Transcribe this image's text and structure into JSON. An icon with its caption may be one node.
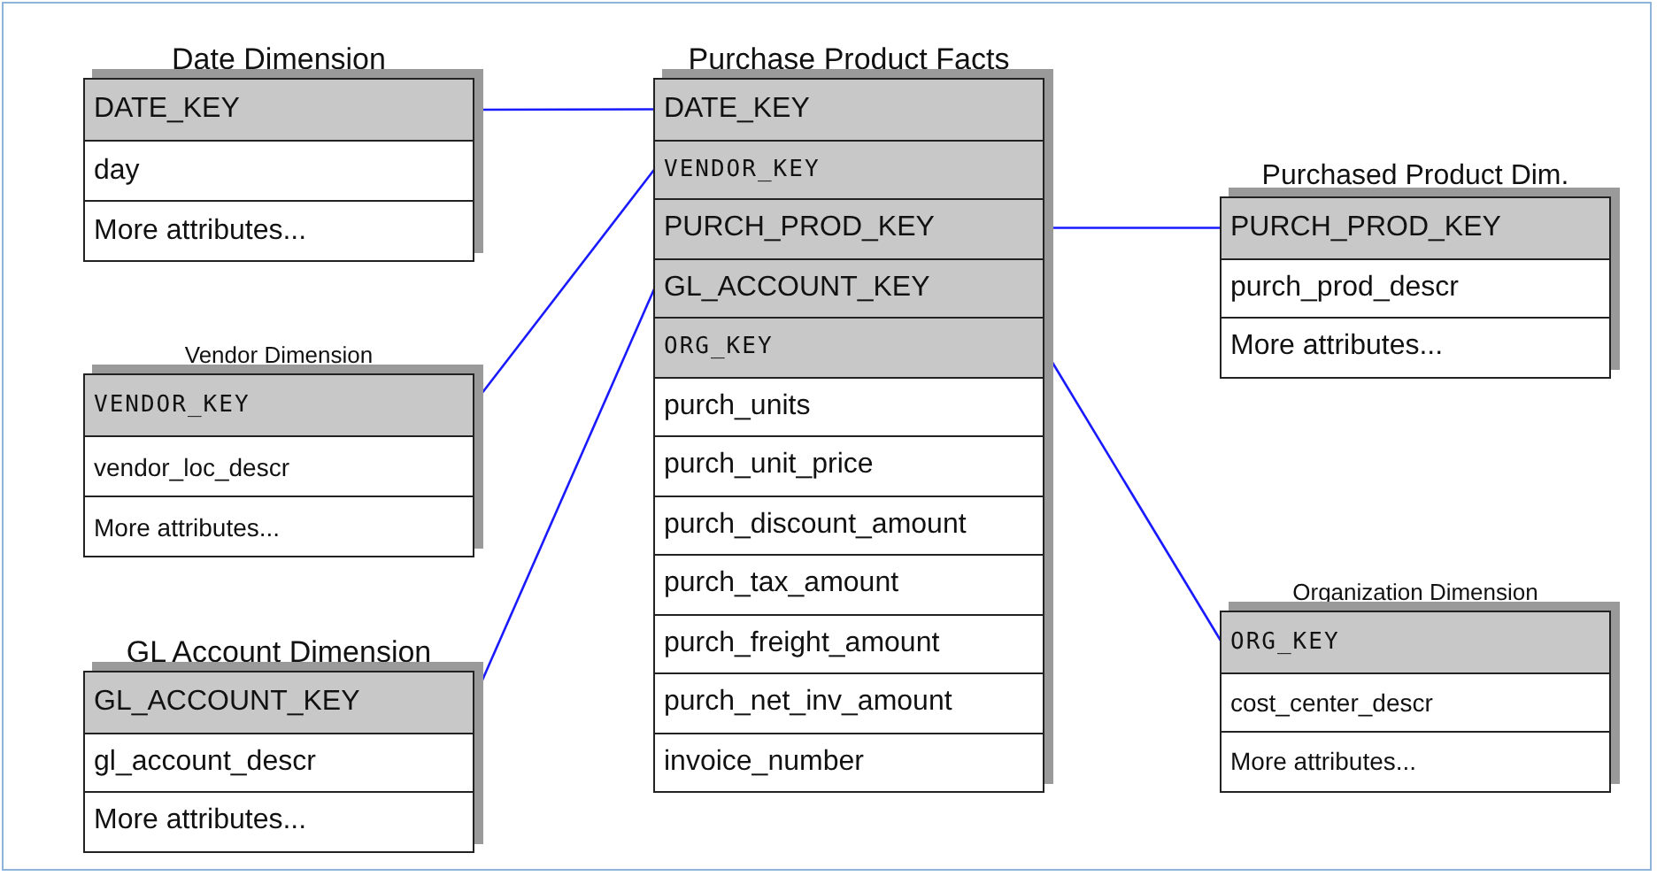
{
  "diagram": {
    "nodes": [
      {
        "text": [
          "Date Dimension"
        ]
      },
      {
        "text": [
          "DATE_KEY"
        ],
        "in": 0
      },
      {
        "text": [
          "day"
        ],
        "in": 0
      },
      {
        "text": [
          "More attributes..."
        ],
        "in": 0
      },
      {
        "text": [
          "Purchase Product Facts"
        ]
      },
      {
        "text": [
          "DATE_KEY"
        ],
        "in": 4
      },
      {
        "text": [
          "VENDOR_KEY"
        ],
        "in": 4
      },
      {
        "text": [
          "PURCH_PROD_KEY"
        ],
        "in": 4
      },
      {
        "text": [
          "GL_ACCOUNT_KEY"
        ],
        "in": 4
      },
      {
        "text": [
          "ORG_KEY"
        ],
        "in": 4
      },
      {
        "text": [
          "purch_units"
        ],
        "in": 4
      },
      {
        "text": [
          "purch_unit_price"
        ],
        "in": 4
      },
      {
        "text": [
          "purch_discount_amount"
        ],
        "in": 4
      },
      {
        "text": [
          "purch_tax_amount"
        ],
        "in": 4
      },
      {
        "text": [
          "purch_freight_amount"
        ],
        "in": 4
      },
      {
        "text": [
          "purch_net_inv_amount"
        ],
        "in": 4
      },
      {
        "text": [
          "invoice_number"
        ],
        "in": 4
      },
      {
        "text": [
          "Purchased Product Dim."
        ]
      },
      {
        "text": [
          "PURCH_PROD_KEY"
        ],
        "in": 17
      },
      {
        "text": [
          "purch_prod_descr"
        ],
        "in": 17
      },
      {
        "text": [
          "More attributes..."
        ],
        "in": 17
      },
      {
        "text": [
          "Vendor Dimension"
        ]
      },
      {
        "text": [
          "VENDOR_KEY"
        ],
        "in": 21
      },
      {
        "text": [
          "vendor_loc_descr"
        ],
        "in": 21
      },
      {
        "text": [
          "More attributes..."
        ],
        "in": 21
      },
      {
        "text": [
          "Organization Dimension"
        ]
      },
      {
        "text": [
          "ORG_KEY"
        ],
        "in": 25
      },
      {
        "text": [
          "cost_center_descr"
        ],
        "in": 25
      },
      {
        "text": [
          "More attributes..."
        ],
        "in": 25
      },
      {
        "text": [
          "GL Account Dimension"
        ]
      },
      {
        "text": [
          "GL_ACCOUNT_KEY"
        ],
        "in": 29
      },
      {
        "text": [
          "gl_account_descr"
        ],
        "in": 29
      },
      {
        "text": [
          "More attributes..."
        ],
        "in": 29
      }
    ],
    "edges": [
      {
        "from": 1,
        "to": 5,
        "arrow": "none"
      },
      {
        "from": 22,
        "to": 6,
        "arrow": "none"
      },
      {
        "from": 7,
        "to": 18,
        "arrow": "none"
      },
      {
        "from": 30,
        "to": 8,
        "arrow": "none"
      },
      {
        "from": 9,
        "to": 26,
        "arrow": "none"
      }
    ]
  }
}
